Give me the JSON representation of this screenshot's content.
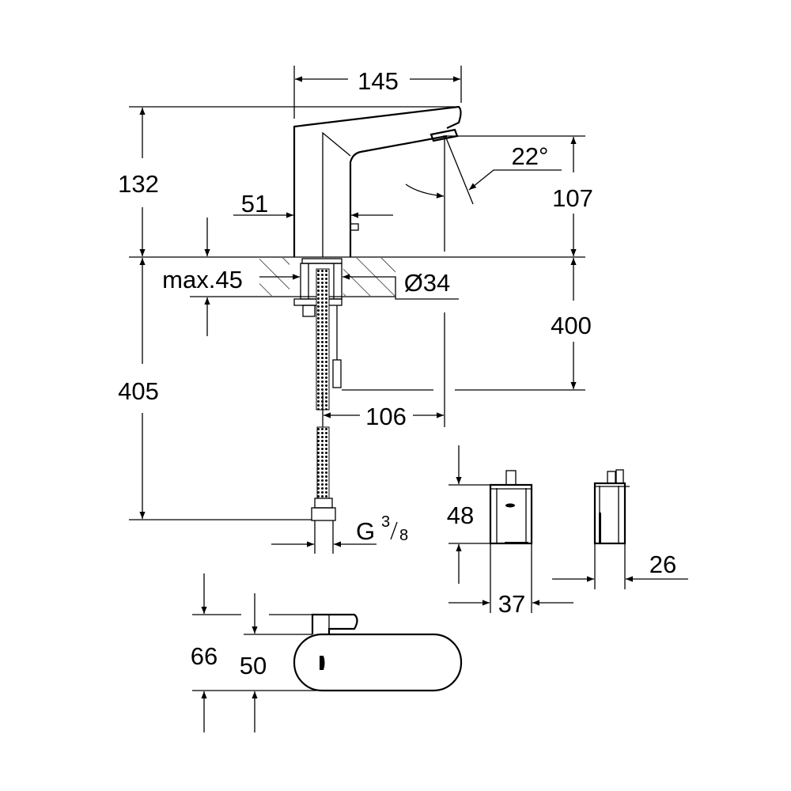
{
  "drawing": {
    "title": "Sensor basin faucet dimensional drawing",
    "dimensions": {
      "width_spout": "145",
      "height_total": "132",
      "spout_height": "107",
      "angle": "22°",
      "body_width": "51",
      "max_counter": "max.45",
      "hole_diameter": "Ø34",
      "hose_length": "400",
      "supply_length": "405",
      "offset": "106",
      "thread_main": "G",
      "thread_num": "3",
      "thread_den": "8",
      "box_height": "48",
      "box_width": "37",
      "box_depth": "26",
      "top_depth_total": "66",
      "top_depth_body": "50"
    },
    "colors": {
      "line": "#000000",
      "background": "#ffffff"
    }
  }
}
